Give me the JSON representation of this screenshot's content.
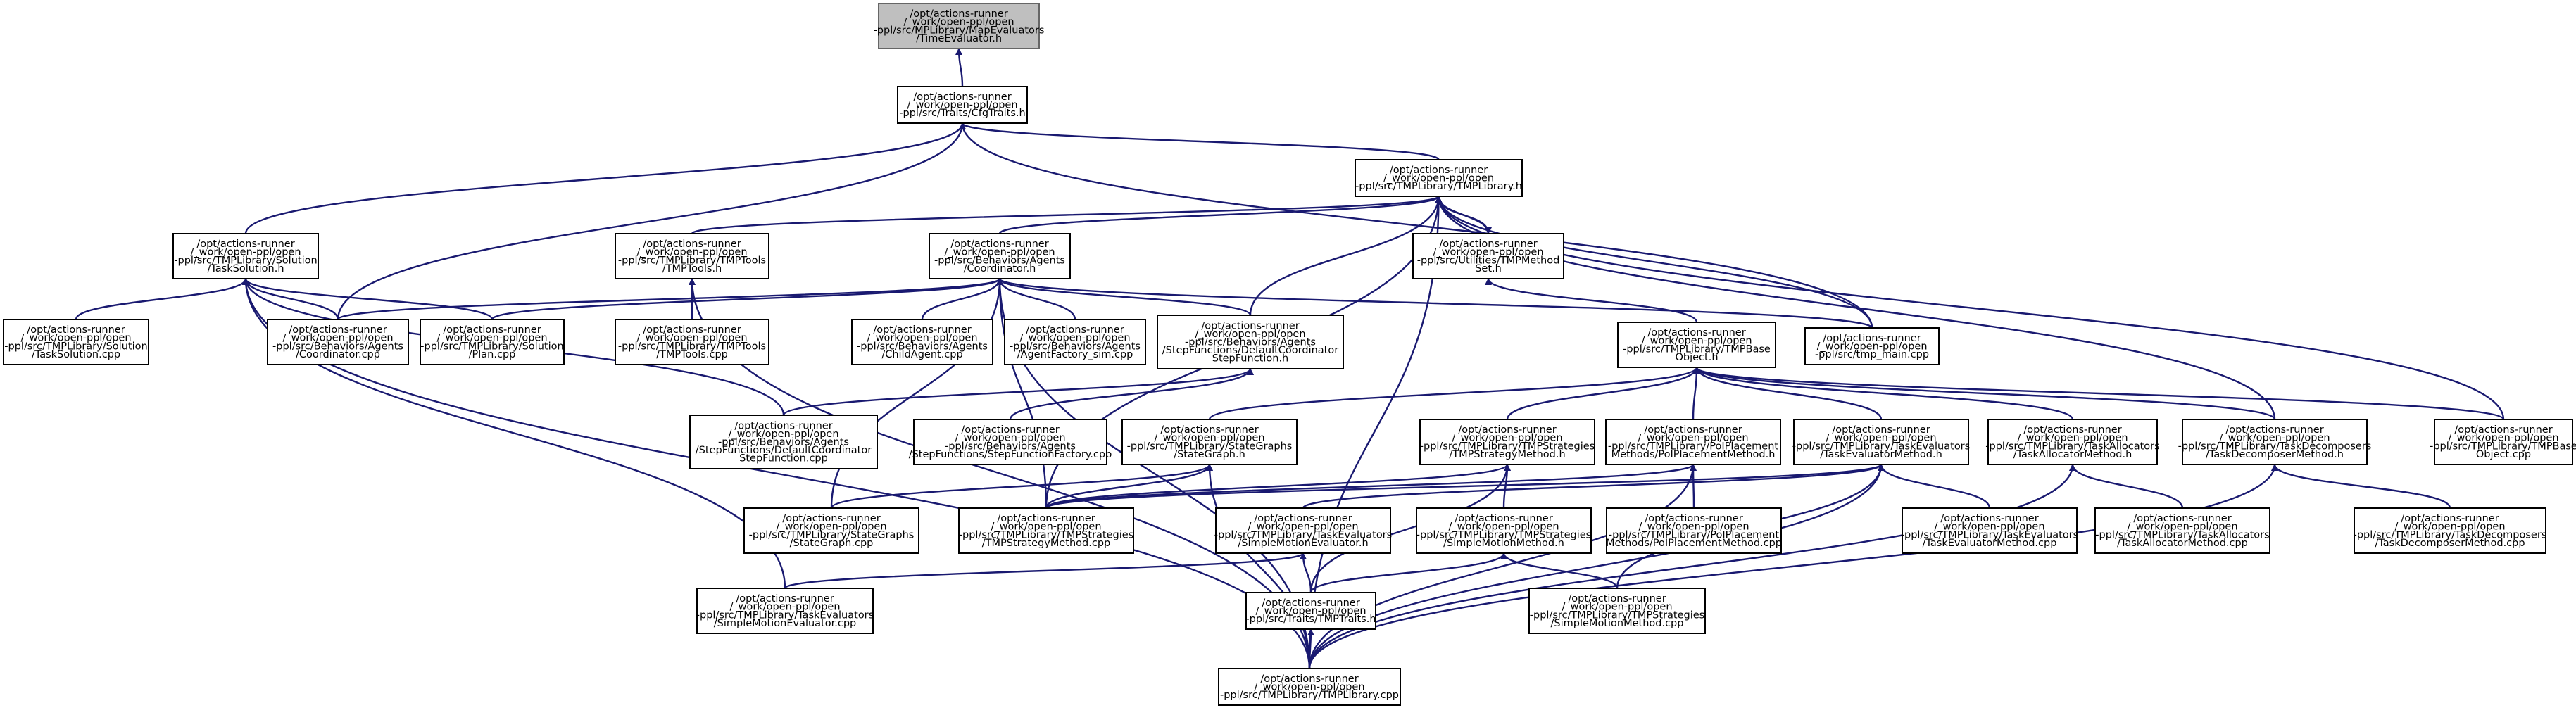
{
  "colors": {
    "edge": "#191970",
    "node_border": "#000000",
    "highlight_fill": "#bfbfbf",
    "background": "#ffffff"
  },
  "nodes": [
    {
      "id": "TimeEvaluator_h",
      "lines": [
        "/opt/actions-runner",
        "/_work/open-ppl/open",
        "-ppl/src/MPLibrary/MapEvaluators",
        "/TimeEvaluator.h"
      ],
      "highlight": true
    },
    {
      "id": "CfgTraits_h",
      "lines": [
        "/opt/actions-runner",
        "/_work/open-ppl/open",
        "-ppl/src/Traits/CfgTraits.h"
      ]
    },
    {
      "id": "TMPLibrary_h",
      "lines": [
        "/opt/actions-runner",
        "/_work/open-ppl/open",
        "-ppl/src/TMPLibrary/TMPLibrary.h"
      ]
    },
    {
      "id": "TaskSolution_h",
      "lines": [
        "/opt/actions-runner",
        "/_work/open-ppl/open",
        "-ppl/src/TMPLibrary/Solution",
        "/TaskSolution.h"
      ]
    },
    {
      "id": "TMPTools_h",
      "lines": [
        "/opt/actions-runner",
        "/_work/open-ppl/open",
        "-ppl/src/TMPLibrary/TMPTools",
        "/TMPTools.h"
      ]
    },
    {
      "id": "Coordinator_h",
      "lines": [
        "/opt/actions-runner",
        "/_work/open-ppl/open",
        "-ppl/src/Behaviors/Agents",
        "/Coordinator.h"
      ]
    },
    {
      "id": "TMPMethodSet_h",
      "lines": [
        "/opt/actions-runner",
        "/_work/open-ppl/open",
        "-ppl/src/Utilities/TMPMethod",
        "Set.h"
      ]
    },
    {
      "id": "TaskSolution_cpp",
      "lines": [
        "/opt/actions-runner",
        "/_work/open-ppl/open",
        "-ppl/src/TMPLibrary/Solution",
        "/TaskSolution.cpp"
      ]
    },
    {
      "id": "Coordinator_cpp",
      "lines": [
        "/opt/actions-runner",
        "/_work/open-ppl/open",
        "-ppl/src/Behaviors/Agents",
        "/Coordinator.cpp"
      ]
    },
    {
      "id": "Plan_cpp",
      "lines": [
        "/opt/actions-runner",
        "/_work/open-ppl/open",
        "-ppl/src/TMPLibrary/Solution",
        "/Plan.cpp"
      ]
    },
    {
      "id": "TMPTools_cpp",
      "lines": [
        "/opt/actions-runner",
        "/_work/open-ppl/open",
        "-ppl/src/TMPLibrary/TMPTools",
        "/TMPTools.cpp"
      ]
    },
    {
      "id": "ChildAgent_cpp",
      "lines": [
        "/opt/actions-runner",
        "/_work/open-ppl/open",
        "-ppl/src/Behaviors/Agents",
        "/ChildAgent.cpp"
      ]
    },
    {
      "id": "AgentFactory_sim_cpp",
      "lines": [
        "/opt/actions-runner",
        "/_work/open-ppl/open",
        "-ppl/src/Behaviors/Agents",
        "/AgentFactory_sim.cpp"
      ]
    },
    {
      "id": "DefaultCoordinatorStepFunction_h",
      "lines": [
        "/opt/actions-runner",
        "/_work/open-ppl/open",
        "-ppl/src/Behaviors/Agents",
        "/StepFunctions/DefaultCoordinator",
        "StepFunction.h"
      ]
    },
    {
      "id": "TMPBaseObject_h",
      "lines": [
        "/opt/actions-runner",
        "/_work/open-ppl/open",
        "-ppl/src/TMPLibrary/TMPBase",
        "Object.h"
      ]
    },
    {
      "id": "tmp_main_cpp",
      "lines": [
        "/opt/actions-runner",
        "/_work/open-ppl/open",
        "-ppl/src/tmp_main.cpp"
      ]
    },
    {
      "id": "DefaultCoordinatorStepFunction_cpp",
      "lines": [
        "/opt/actions-runner",
        "/_work/open-ppl/open",
        "-ppl/src/Behaviors/Agents",
        "/StepFunctions/DefaultCoordinator",
        "StepFunction.cpp"
      ]
    },
    {
      "id": "StepFunctionFactory_cpp",
      "lines": [
        "/opt/actions-runner",
        "/_work/open-ppl/open",
        "-ppl/src/Behaviors/Agents",
        "/StepFunctions/StepFunctionFactory.cpp"
      ]
    },
    {
      "id": "StateGraph_h",
      "lines": [
        "/opt/actions-runner",
        "/_work/open-ppl/open",
        "-ppl/src/TMPLibrary/StateGraphs",
        "/StateGraph.h"
      ]
    },
    {
      "id": "TMPStrategyMethod_h",
      "lines": [
        "/opt/actions-runner",
        "/_work/open-ppl/open",
        "-ppl/src/TMPLibrary/TMPStrategies",
        "/TMPStrategyMethod.h"
      ]
    },
    {
      "id": "PoIPlacementMethod_h",
      "lines": [
        "/opt/actions-runner",
        "/_work/open-ppl/open",
        "-ppl/src/TMPLibrary/PoIPlacement",
        "Methods/PoIPlacementMethod.h"
      ]
    },
    {
      "id": "TaskEvaluatorMethod_h",
      "lines": [
        "/opt/actions-runner",
        "/_work/open-ppl/open",
        "-ppl/src/TMPLibrary/TaskEvaluators",
        "/TaskEvaluatorMethod.h"
      ]
    },
    {
      "id": "TaskAllocatorMethod_h",
      "lines": [
        "/opt/actions-runner",
        "/_work/open-ppl/open",
        "-ppl/src/TMPLibrary/TaskAllocators",
        "/TaskAllocatorMethod.h"
      ]
    },
    {
      "id": "TaskDecomposerMethod_h",
      "lines": [
        "/opt/actions-runner",
        "/_work/open-ppl/open",
        "-ppl/src/TMPLibrary/TaskDecomposers",
        "/TaskDecomposerMethod.h"
      ]
    },
    {
      "id": "TMPBaseObject_cpp",
      "lines": [
        "/opt/actions-runner",
        "/_work/open-ppl/open",
        "-ppl/src/TMPLibrary/TMPBase",
        "Object.cpp"
      ]
    },
    {
      "id": "StateGraph_cpp",
      "lines": [
        "/opt/actions-runner",
        "/_work/open-ppl/open",
        "-ppl/src/TMPLibrary/StateGraphs",
        "/StateGraph.cpp"
      ]
    },
    {
      "id": "TMPStrategyMethod_cpp",
      "lines": [
        "/opt/actions-runner",
        "/_work/open-ppl/open",
        "-ppl/src/TMPLibrary/TMPStrategies",
        "/TMPStrategyMethod.cpp"
      ]
    },
    {
      "id": "SimpleMotionEvaluator_h",
      "lines": [
        "/opt/actions-runner",
        "/_work/open-ppl/open",
        "-ppl/src/TMPLibrary/TaskEvaluators",
        "/SimpleMotionEvaluator.h"
      ]
    },
    {
      "id": "SimpleMotionMethod_h",
      "lines": [
        "/opt/actions-runner",
        "/_work/open-ppl/open",
        "-ppl/src/TMPLibrary/TMPStrategies",
        "/SimpleMotionMethod.h"
      ]
    },
    {
      "id": "PoIPlacementMethod_cpp",
      "lines": [
        "/opt/actions-runner",
        "/_work/open-ppl/open",
        "-ppl/src/TMPLibrary/PoIPlacement",
        "Methods/PoIPlacementMethod.cpp"
      ]
    },
    {
      "id": "TaskEvaluatorMethod_cpp",
      "lines": [
        "/opt/actions-runner",
        "/_work/open-ppl/open",
        "-ppl/src/TMPLibrary/TaskEvaluators",
        "/TaskEvaluatorMethod.cpp"
      ]
    },
    {
      "id": "TaskAllocatorMethod_cpp",
      "lines": [
        "/opt/actions-runner",
        "/_work/open-ppl/open",
        "-ppl/src/TMPLibrary/TaskAllocators",
        "/TaskAllocatorMethod.cpp"
      ]
    },
    {
      "id": "TaskDecomposerMethod_cpp",
      "lines": [
        "/opt/actions-runner",
        "/_work/open-ppl/open",
        "-ppl/src/TMPLibrary/TaskDecomposers",
        "/TaskDecomposerMethod.cpp"
      ]
    },
    {
      "id": "SimpleMotionEvaluator_cpp",
      "lines": [
        "/opt/actions-runner",
        "/_work/open-ppl/open",
        "-ppl/src/TMPLibrary/TaskEvaluators",
        "/SimpleMotionEvaluator.cpp"
      ]
    },
    {
      "id": "TMPTraits_h",
      "lines": [
        "/opt/actions-runner",
        "/_work/open-ppl/open",
        "-ppl/src/Traits/TMPTraits.h"
      ]
    },
    {
      "id": "SimpleMotionMethod_cpp",
      "lines": [
        "/opt/actions-runner",
        "/_work/open-ppl/open",
        "-ppl/src/TMPLibrary/TMPStrategies",
        "/SimpleMotionMethod.cpp"
      ]
    },
    {
      "id": "TMPLibrary_cpp",
      "lines": [
        "/opt/actions-runner",
        "/_work/open-ppl/open",
        "-ppl/src/TMPLibrary/TMPLibrary.cpp"
      ]
    }
  ],
  "edges": [
    [
      "TimeEvaluator_h",
      "CfgTraits_h"
    ],
    [
      "CfgTraits_h",
      "TMPLibrary_h"
    ],
    [
      "CfgTraits_h",
      "TaskSolution_h"
    ],
    [
      "CfgTraits_h",
      "Coordinator_cpp"
    ],
    [
      "CfgTraits_h",
      "tmp_main_cpp"
    ],
    [
      "TMPLibrary_h",
      "TMPTools_h"
    ],
    [
      "TMPLibrary_h",
      "Coordinator_h"
    ],
    [
      "TMPLibrary_h",
      "TMPMethodSet_h"
    ],
    [
      "TMPLibrary_h",
      "tmp_main_cpp"
    ],
    [
      "TMPLibrary_h",
      "DefaultCoordinatorStepFunction_h"
    ],
    [
      "TMPLibrary_h",
      "TMPBaseObject_cpp"
    ],
    [
      "TMPLibrary_h",
      "TaskDecomposerMethod_h"
    ],
    [
      "TMPLibrary_h",
      "TMPStrategyMethod_cpp"
    ],
    [
      "TMPLibrary_h",
      "TMPLibrary_cpp"
    ],
    [
      "TMPMethodSet_h",
      "TMPLibrary_h"
    ],
    [
      "TMPMethodSet_h",
      "TMPBaseObject_h"
    ],
    [
      "TaskSolution_h",
      "TaskSolution_cpp"
    ],
    [
      "TaskSolution_h",
      "Coordinator_cpp"
    ],
    [
      "TaskSolution_h",
      "Plan_cpp"
    ],
    [
      "TaskSolution_h",
      "DefaultCoordinatorStepFunction_cpp"
    ],
    [
      "TaskSolution_h",
      "SimpleMotionEvaluator_cpp"
    ],
    [
      "TaskSolution_h",
      "TMPLibrary_cpp"
    ],
    [
      "TMPTools_h",
      "TMPTools_cpp"
    ],
    [
      "TMPTools_h",
      "TMPLibrary_cpp"
    ],
    [
      "Coordinator_h",
      "Coordinator_cpp"
    ],
    [
      "Coordinator_h",
      "Plan_cpp"
    ],
    [
      "Coordinator_h",
      "ChildAgent_cpp"
    ],
    [
      "Coordinator_h",
      "AgentFactory_sim_cpp"
    ],
    [
      "Coordinator_h",
      "DefaultCoordinatorStepFunction_h"
    ],
    [
      "Coordinator_h",
      "tmp_main_cpp"
    ],
    [
      "Coordinator_h",
      "StateGraph_cpp"
    ],
    [
      "Coordinator_h",
      "TMPStrategyMethod_cpp"
    ],
    [
      "Coordinator_h",
      "TMPLibrary_cpp"
    ],
    [
      "DefaultCoordinatorStepFunction_h",
      "DefaultCoordinatorStepFunction_cpp"
    ],
    [
      "DefaultCoordinatorStepFunction_h",
      "StepFunctionFactory_cpp"
    ],
    [
      "TMPBaseObject_h",
      "StateGraph_h"
    ],
    [
      "TMPBaseObject_h",
      "TMPStrategyMethod_h"
    ],
    [
      "TMPBaseObject_h",
      "PoIPlacementMethod_h"
    ],
    [
      "TMPBaseObject_h",
      "TaskEvaluatorMethod_h"
    ],
    [
      "TMPBaseObject_h",
      "TaskAllocatorMethod_h"
    ],
    [
      "TMPBaseObject_h",
      "TaskDecomposerMethod_h"
    ],
    [
      "TMPBaseObject_h",
      "TMPBaseObject_cpp"
    ],
    [
      "StateGraph_h",
      "StateGraph_cpp"
    ],
    [
      "StateGraph_h",
      "TMPStrategyMethod_cpp"
    ],
    [
      "StateGraph_h",
      "TMPLibrary_cpp"
    ],
    [
      "TMPStrategyMethod_h",
      "TMPStrategyMethod_cpp"
    ],
    [
      "TMPStrategyMethod_h",
      "SimpleMotionMethod_h"
    ],
    [
      "TMPStrategyMethod_h",
      "TMPTraits_h"
    ],
    [
      "PoIPlacementMethod_h",
      "TMPStrategyMethod_cpp"
    ],
    [
      "PoIPlacementMethod_h",
      "PoIPlacementMethod_cpp"
    ],
    [
      "PoIPlacementMethod_h",
      "TMPLibrary_cpp"
    ],
    [
      "TaskEvaluatorMethod_h",
      "TMPStrategyMethod_cpp"
    ],
    [
      "TaskEvaluatorMethod_h",
      "SimpleMotionEvaluator_h"
    ],
    [
      "TaskEvaluatorMethod_h",
      "TaskEvaluatorMethod_cpp"
    ],
    [
      "TaskEvaluatorMethod_h",
      "SimpleMotionMethod_cpp"
    ],
    [
      "TaskEvaluatorMethod_h",
      "TMPLibrary_cpp"
    ],
    [
      "TaskAllocatorMethod_h",
      "TaskAllocatorMethod_cpp"
    ],
    [
      "TaskAllocatorMethod_h",
      "TMPLibrary_cpp"
    ],
    [
      "TaskDecomposerMethod_h",
      "TaskDecomposerMethod_cpp"
    ],
    [
      "TaskDecomposerMethod_h",
      "TMPLibrary_cpp"
    ],
    [
      "SimpleMotionEvaluator_h",
      "SimpleMotionEvaluator_cpp"
    ],
    [
      "SimpleMotionEvaluator_h",
      "TMPTraits_h"
    ],
    [
      "SimpleMotionMethod_h",
      "TMPTraits_h"
    ],
    [
      "SimpleMotionMethod_h",
      "SimpleMotionMethod_cpp"
    ],
    [
      "TMPTraits_h",
      "TMPLibrary_cpp"
    ]
  ]
}
